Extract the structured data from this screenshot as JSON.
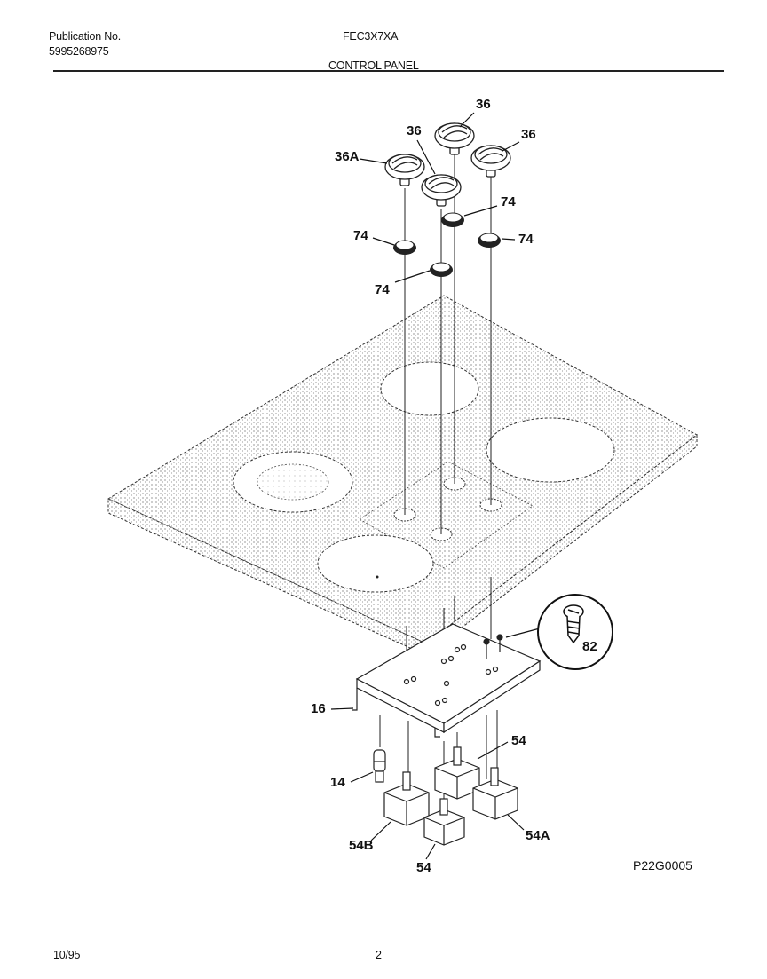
{
  "header": {
    "publication_label": "Publication No.",
    "publication_number": "5995268975",
    "model": "FEC3X7XA",
    "section_title": "CONTROL PANEL"
  },
  "callouts": {
    "knob_36_top": "36",
    "knob_36_left": "36",
    "knob_36_right": "36",
    "knob_36a": "36A",
    "ring_74_a": "74",
    "ring_74_b": "74",
    "ring_74_c": "74",
    "ring_74_d": "74",
    "bracket_16": "16",
    "screw_82": "82",
    "switch_54_top": "54",
    "switch_54_bottom": "54",
    "switch_54a": "54A",
    "switch_54b": "54B",
    "indicator_14": "14"
  },
  "figure_id": "P22G0005",
  "footer": {
    "date": "10/95",
    "page": "2"
  }
}
